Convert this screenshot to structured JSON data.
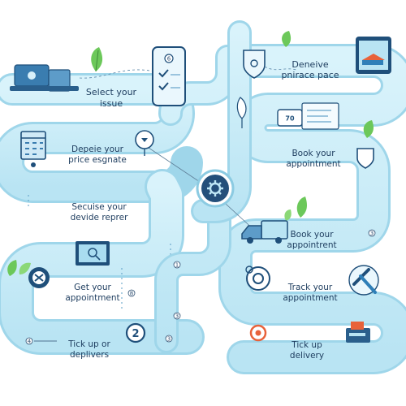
{
  "colors": {
    "track": "#c9ecf7",
    "track_edge": "#9fd6ea",
    "track_shadow": "#b7e3f2",
    "ink": "#1d3c5e",
    "dark_blue": "#1f4f7a",
    "accent_blue": "#2f7fb8",
    "leaf_green": "#6cc85a",
    "orange": "#e8623a"
  },
  "left_path": {
    "step_select": {
      "line1": "Select your",
      "line2": "issue"
    },
    "step_price": {
      "line1": "Depeie your",
      "line2": "price esgnate"
    },
    "step_secuise": {
      "line1": "Secuise your",
      "line2": "devide reprer"
    },
    "step_get": {
      "line1": "Get your",
      "line2": "appointment",
      "marker": "8"
    },
    "step_tick": {
      "line1": "Tick up or",
      "line2": "deplivers",
      "badge": "2"
    },
    "markers": {
      "m1": "1",
      "m2": "3",
      "m3": "3",
      "m4": "4"
    }
  },
  "right_path": {
    "step_deneive": {
      "line1": "Deneive",
      "line2": "pnirace pace"
    },
    "step_book1": {
      "line1": "Book your",
      "line2": "appointment"
    },
    "step_book2": {
      "line1": "Book your",
      "line2": "appointrent",
      "marker": "3"
    },
    "step_track": {
      "line1": "Track your",
      "line2": "appointment"
    },
    "step_tickup": {
      "line1": "Tick up",
      "line2": "delivery"
    },
    "ticket_number": "70"
  },
  "phone_badge": "6",
  "center_hub": "gear-icon"
}
